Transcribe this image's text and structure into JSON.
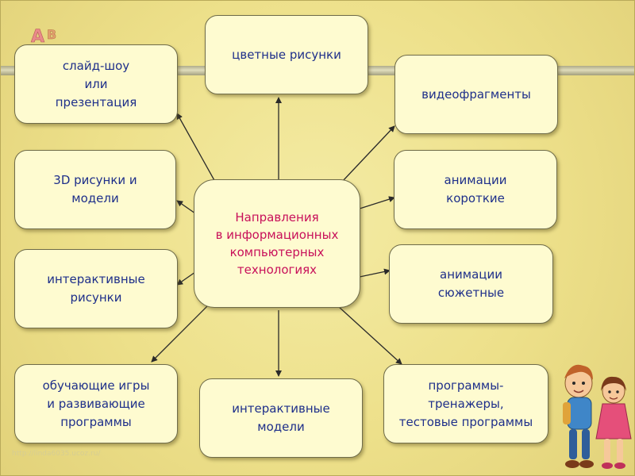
{
  "diagram": {
    "center": {
      "label": "Направления\nв информационных\nкомпьютерных\nтехнологиях"
    },
    "nodes": [
      {
        "id": "slideshow",
        "label": "слайд-шоу\nили\nпрезентация"
      },
      {
        "id": "color-pictures",
        "label": "цветные рисунки"
      },
      {
        "id": "video-fragments",
        "label": "видеофрагменты"
      },
      {
        "id": "3d-pictures",
        "label": "3D рисунки и\nмодели"
      },
      {
        "id": "short-animations",
        "label": "анимации\nкороткие"
      },
      {
        "id": "interactive-pictures",
        "label": "интерактивные\nрисунки"
      },
      {
        "id": "plot-animations",
        "label": "анимации\nсюжетные"
      },
      {
        "id": "educational-games",
        "label": "обучающие игры\nи развивающие\nпрограммы"
      },
      {
        "id": "interactive-models",
        "label": "интерактивные\nмодели"
      },
      {
        "id": "trainer-programs",
        "label": "программы-\nтренажеры,\nтестовые программы"
      }
    ]
  },
  "decor": {
    "watermark": "http://linda6035.ucoz.ru/",
    "logo_icon": "ab-letters-icon",
    "corner_icon": "children-illustration-icon"
  },
  "colors": {
    "background": "#ede08a",
    "box_fill": "#fefbd0",
    "box_border": "#6f6c4a",
    "node_text": "#1e2f8a",
    "center_text": "#c8105a",
    "arrow": "#2a2a2a"
  }
}
